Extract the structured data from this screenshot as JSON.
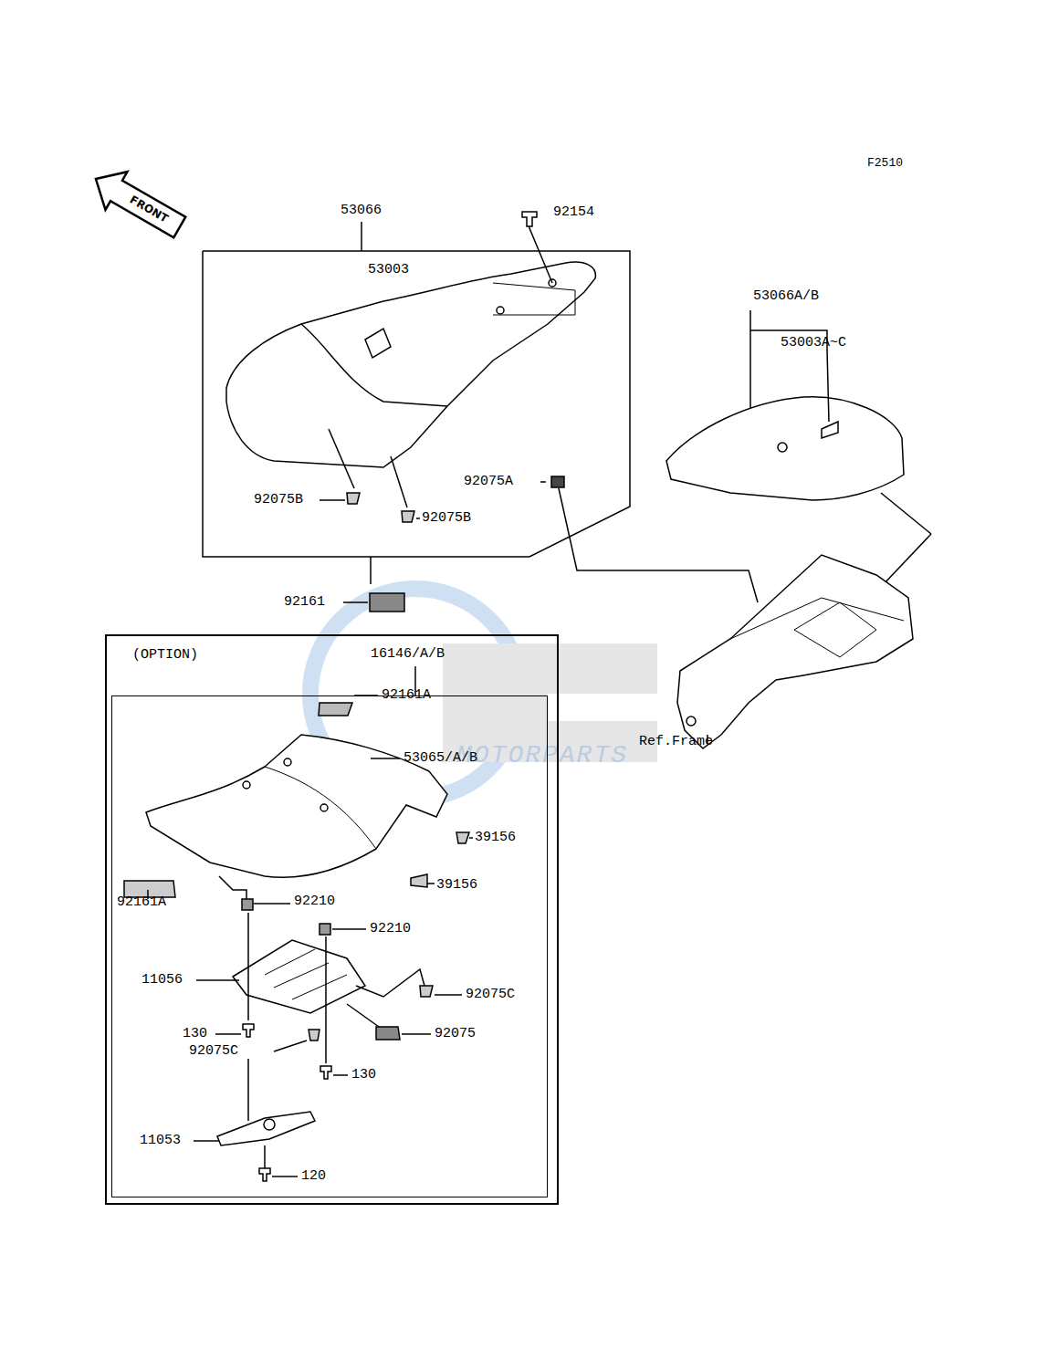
{
  "diagram": {
    "nodes": [
      {
        "text": [
          "(OPTION)"
        ]
      },
      {
        "text": [
          "16146/A/B"
        ],
        "in": 0
      }
    ],
    "labels": [
      "F2510",
      "FRONT",
      "53066",
      "92154",
      "53003",
      "53066A/B",
      "53003A~C",
      "92075B",
      "92075A",
      "92075B",
      "92161",
      "MOTORPARTS",
      "Ref.Frame",
      "92161A",
      "53065/A/B",
      "39156",
      "39156",
      "92161A",
      "92210",
      "92210",
      "11056",
      "92075C",
      "92075",
      "130",
      "92075C",
      "130",
      "11053",
      "120"
    ]
  }
}
